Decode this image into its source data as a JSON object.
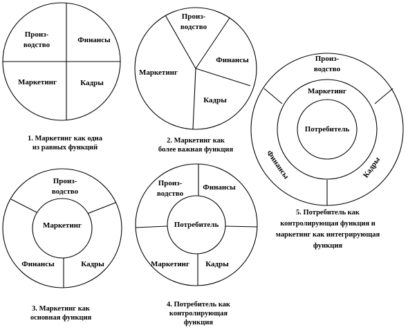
{
  "diagrams": [
    {
      "id": "d1",
      "labels": {
        "production_line1": "Произ-",
        "production_line2": "водство",
        "finance": "Финансы",
        "marketing": "Маркетинг",
        "personnel": "Кадры"
      },
      "caption": [
        "1. Маркетинг как одна",
        "из равных функций"
      ]
    },
    {
      "id": "d2",
      "labels": {
        "production_line1": "Произ-",
        "production_line2": "водство",
        "finance": "Финансы",
        "marketing": "Маркетинг",
        "personnel": "Кадры"
      },
      "caption": [
        "2. Маркетинг как",
        "более важная функция"
      ]
    },
    {
      "id": "d3",
      "labels": {
        "production_line1": "Произ-",
        "production_line2": "водство",
        "finance": "Финансы",
        "marketing": "Маркетинг",
        "personnel": "Кадры"
      },
      "caption": [
        "3. Маркетинг как",
        "основная функция"
      ]
    },
    {
      "id": "d4",
      "labels": {
        "production_line1": "Произ-",
        "production_line2": "водство",
        "finance": "Финансы",
        "marketing": "Маркетинг",
        "personnel": "Кадры",
        "consumer": "Потребитель"
      },
      "caption": [
        "4. Потребитель как",
        "контролирующая",
        "функция"
      ]
    },
    {
      "id": "d5",
      "labels": {
        "production_line1": "Произ-",
        "production_line2": "водство",
        "finance": "Финансы",
        "marketing": "Маркетинг",
        "personnel": "Кадры",
        "consumer": "Потребитель"
      },
      "caption": [
        "5. Потребитель как",
        "контролирующая функция и",
        "маркетинг как интегрирующая",
        "функция"
      ]
    }
  ]
}
